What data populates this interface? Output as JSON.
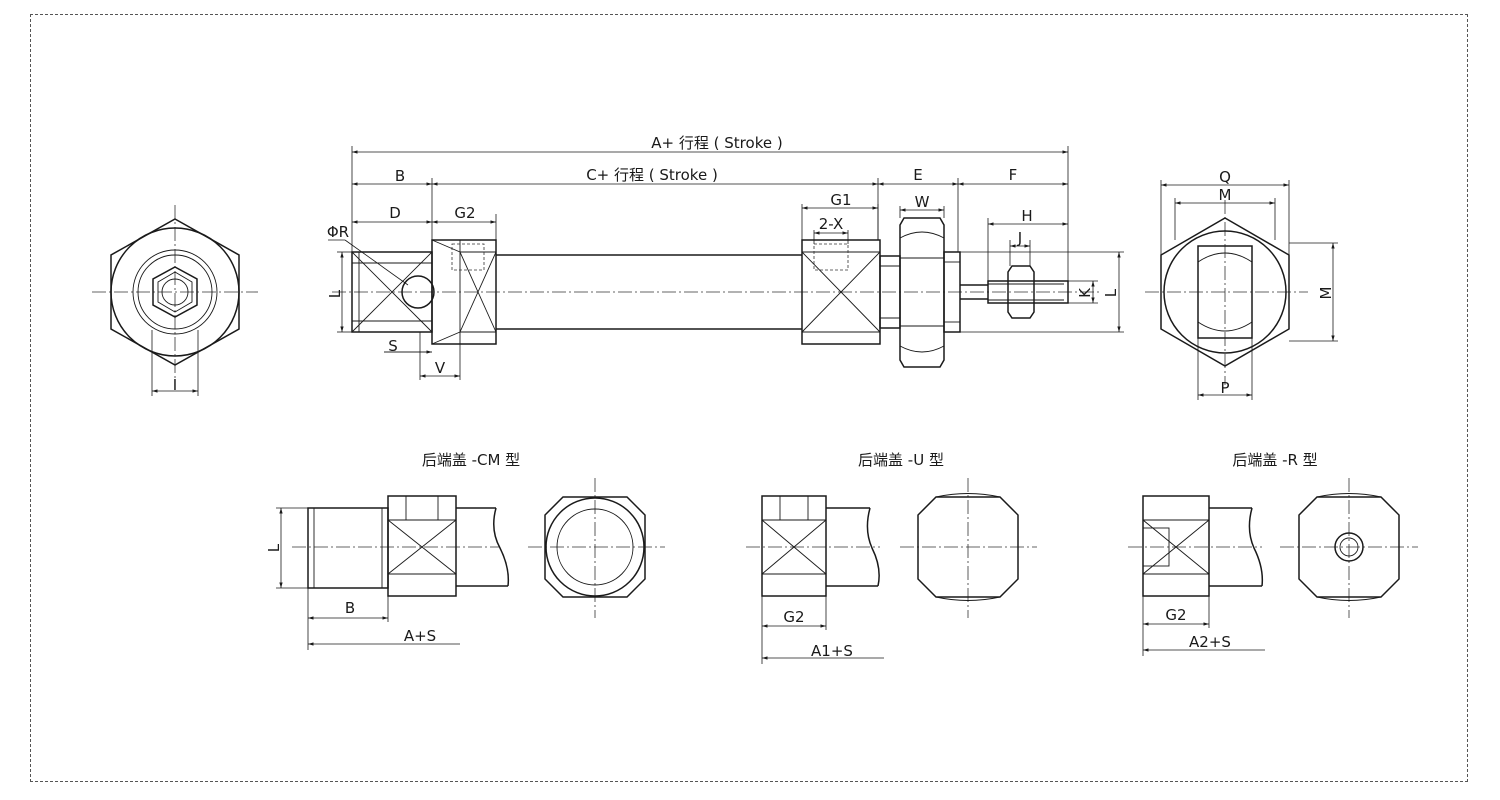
{
  "labels": {
    "a_stroke": "A+ 行程 ( Stroke )",
    "c_stroke": "C+ 行程 ( Stroke )",
    "b": "B",
    "d": "D",
    "g2": "G2",
    "phi_r": "ΦR",
    "l": "L",
    "s": "S",
    "v": "V",
    "g1": "G1",
    "two_x": "2-X",
    "e": "E",
    "w": "W",
    "f": "F",
    "h": "H",
    "j": "J",
    "k": "K",
    "i": "I",
    "q": "Q",
    "m": "M",
    "p": "P",
    "a_s": "A+S",
    "a1_s": "A1+S",
    "a2_s": "A2+S"
  },
  "titles": {
    "cm": "后端盖 -CM 型",
    "u": "后端盖 -U 型",
    "r": "后端盖 -R 型"
  }
}
